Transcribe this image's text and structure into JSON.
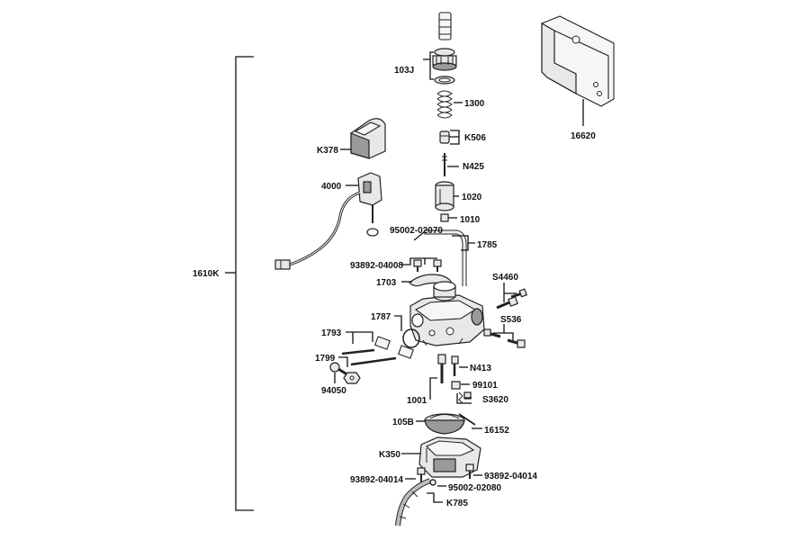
{
  "labels": {
    "assembly": "1610K",
    "p103j": "103J",
    "p1300": "1300",
    "pk506": "K506",
    "pn425": "N425",
    "p1020": "1020",
    "p1010": "1010",
    "p95002_02070": "95002-02070",
    "p1785": "1785",
    "p93892_04008": "93892-04008",
    "p1703": "1703",
    "pk378": "K378",
    "p4000": "4000",
    "p16620": "16620",
    "ps4460": "S4460",
    "ps536": "S536",
    "p1787": "1787",
    "p1793": "1793",
    "p1799": "1799",
    "p94050": "94050",
    "pn413": "N413",
    "p99101": "99101",
    "ps3620": "S3620",
    "p1001": "1001",
    "p105b": "105B",
    "p16152": "16152",
    "pk350": "K350",
    "p93892_04014_left": "93892-04014",
    "p93892_04014_right": "93892-04014",
    "p95002_02080": "95002-02080",
    "pk785": "K785"
  }
}
